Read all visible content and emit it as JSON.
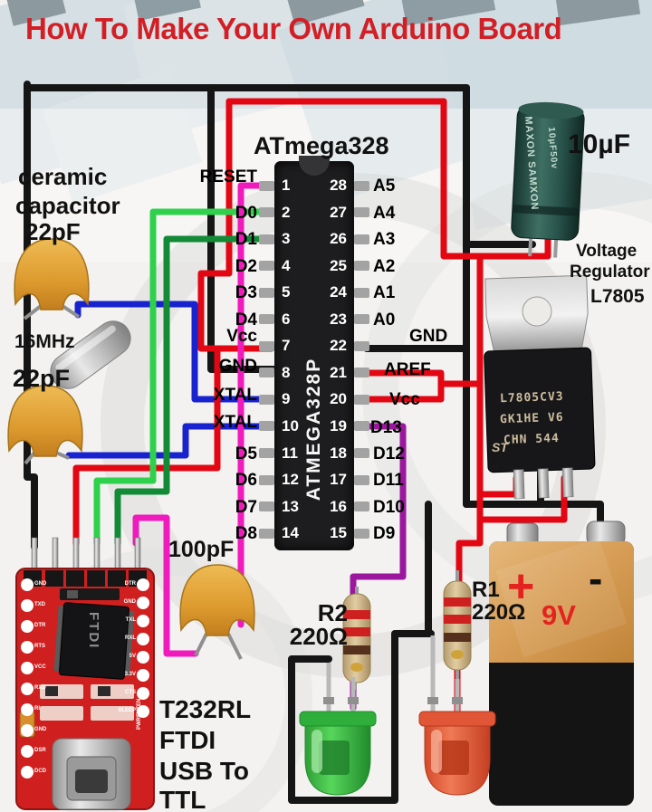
{
  "title": "How To Make Your Own Arduino Board",
  "chip": {
    "name": "ATmega328",
    "body_text": "ATMEGA328P",
    "left_pins": [
      {
        "num": "1",
        "label": "RESET"
      },
      {
        "num": "2",
        "label": "D0"
      },
      {
        "num": "3",
        "label": "D1"
      },
      {
        "num": "4",
        "label": "D2"
      },
      {
        "num": "5",
        "label": "D3"
      },
      {
        "num": "6",
        "label": "D4"
      },
      {
        "num": "7",
        "label": "Vcc"
      },
      {
        "num": "8",
        "label": "GND"
      },
      {
        "num": "9",
        "label": "XTAL"
      },
      {
        "num": "10",
        "label": "XTAL"
      },
      {
        "num": "11",
        "label": "D5"
      },
      {
        "num": "12",
        "label": "D6"
      },
      {
        "num": "13",
        "label": "D7"
      },
      {
        "num": "14",
        "label": "D8"
      }
    ],
    "right_pins": [
      {
        "num": "28",
        "label": "A5"
      },
      {
        "num": "27",
        "label": "A4"
      },
      {
        "num": "26",
        "label": "A3"
      },
      {
        "num": "25",
        "label": "A2"
      },
      {
        "num": "24",
        "label": "A1"
      },
      {
        "num": "23",
        "label": "A0"
      },
      {
        "num": "22",
        "label": "GND"
      },
      {
        "num": "21",
        "label": "AREF"
      },
      {
        "num": "20",
        "label": "Vcc"
      },
      {
        "num": "19",
        "label": "D13"
      },
      {
        "num": "18",
        "label": "D12"
      },
      {
        "num": "17",
        "label": "D11"
      },
      {
        "num": "16",
        "label": "D10"
      },
      {
        "num": "15",
        "label": "D9"
      }
    ]
  },
  "components": {
    "ceramic_cap": {
      "lines": [
        "ceramic",
        "capacitor",
        "22pF"
      ]
    },
    "crystal": {
      "label": "16MHz"
    },
    "cap22": {
      "label": "22pF"
    },
    "cap100": {
      "label": "100pF"
    },
    "electrolytic": {
      "label": "10µF",
      "body_line1": "MAXON SAMXON",
      "body_line2": "10µF50v"
    },
    "regulator": {
      "label1": "Voltage",
      "label2": "Regulator",
      "part": "L7805",
      "line1": "L7805CV3",
      "line2": "GK1HE V6",
      "line3": "CHN 544",
      "logo": "ST"
    },
    "r1": {
      "name": "R1",
      "value": "220Ω"
    },
    "r2": {
      "name": "R2",
      "value": "220Ω"
    },
    "battery": {
      "plus": "+",
      "minus": "-",
      "voltage": "9V"
    },
    "ftdi": {
      "caption_lines": [
        "T232RL",
        "FTDI",
        "USB To",
        "TTL"
      ],
      "chip_text": "FTDI",
      "left_pin_labels": [
        "GND",
        "TXD",
        "DTR",
        "RTS",
        "VCC",
        "RXD",
        "RI",
        "GND",
        "DSR",
        "DCD"
      ],
      "right_pin_labels": [
        "DTR",
        "GND",
        "TXL",
        "RXL",
        "5V",
        "3.3V",
        "CTS",
        "SLEEP"
      ],
      "side_label": "PWRENTEN"
    }
  },
  "colors": {
    "title_red": "#d21f26",
    "wire_black": "#151515",
    "wire_red": "#e30613",
    "wire_blue": "#1822cf",
    "wire_green_light": "#2fd14c",
    "wire_green_dark": "#128a36",
    "wire_magenta": "#ef1bbc",
    "wire_violet": "#9b189e",
    "ftdi_board_red": "#cf1f1f",
    "battery_copper": "#d9a05c"
  }
}
